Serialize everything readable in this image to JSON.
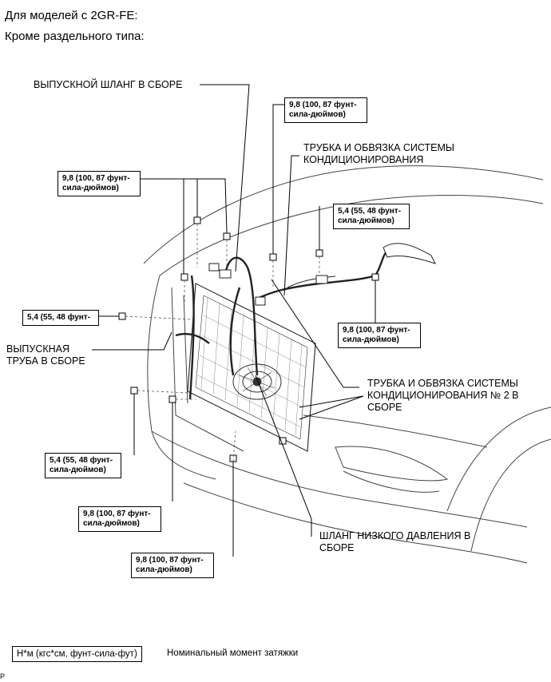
{
  "header": {
    "line1": "Для моделей с 2GR-FE:",
    "line2": "Кроме раздельного типа:"
  },
  "labels": {
    "discharge_hose": "ВЫПУСКНОЙ ШЛАНГ В СБОРЕ",
    "ac_tube": "ТРУБКА И ОБВЯЗКА СИСТЕМЫ\nКОНДИЦИОНИРОВАНИЯ",
    "discharge_tube": "ВЫПУСКНАЯ\nТРУБА В СБОРЕ",
    "ac_tube_2": "ТРУБКА И ОБВЯЗКА СИСТЕМЫ\nКОНДИЦИОНИРОВАНИЯ № 2 В\nСБОРЕ",
    "low_pressure_hose": "ШЛАНГ НИЗКОГО ДАВЛЕНИЯ В\nСБОРЕ"
  },
  "torques": {
    "t_top": "9,8 (100, 87 фунт-\nсила-дюймов)",
    "t_left_top": "9,8 (100, 87 фунт-\nсила-дюймов)",
    "t_right_mid": "5,4 (55, 48 фунт-\nсила-дюймов)",
    "t_left_mid": "5,4 (55, 48 фунт-",
    "t_right_low": "9,8 (100, 87 фунт-\nсила-дюймов)",
    "t_left_low": "5,4 (55, 48 фунт-\nсила-дюймов)",
    "t_bottom_1": "9,8 (100, 87 фунт-\nсила-дюймов)",
    "t_bottom_2": "9,8 (100, 87 фунт-\nсила-дюймов)"
  },
  "legend": {
    "unit": "Н*м (кгс*см, фунт-сила-фут)",
    "meaning": "Номинальный момент затяжки"
  },
  "corner_mark": "P"
}
